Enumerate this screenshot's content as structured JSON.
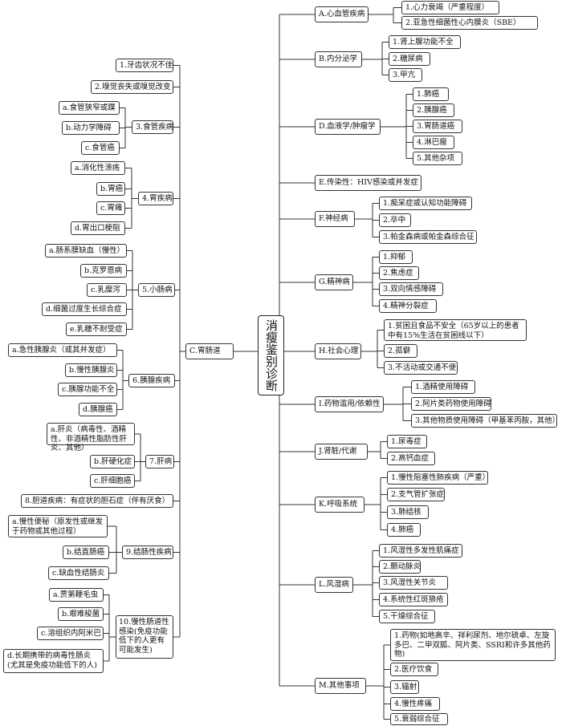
{
  "root": "消瘦鉴别诊断",
  "left": {
    "top_items": [
      "1.牙齿状况不佳",
      "2.嗅觉丧失或嗅觉改变"
    ],
    "C_label": "C.胃肠道",
    "groups": [
      {
        "label": "3.食管疾病",
        "children": [
          "a.食管狭窄或蹼",
          "b.动力学障碍",
          "c.食管癌"
        ]
      },
      {
        "label": "4.胃疾病",
        "children": [
          "a.消化性溃疡",
          "b.胃癌",
          "c.胃瘫",
          "d.胃出口梗阻"
        ]
      },
      {
        "label": "5.小肠病",
        "children": [
          "a.肠系膜缺血（慢性）",
          "b.克罗恩病",
          "c.乳糜泻",
          "d.细菌过度生长综合症",
          "e.乳糖不耐受症"
        ]
      },
      {
        "label": "6.胰腺疾病",
        "children": [
          "a.急性胰腺炎（或其并发症）",
          "b.慢性胰腺炎",
          "c.胰腺功能不全",
          "d.胰腺癌"
        ]
      },
      {
        "label": "7.肝病",
        "children": [
          "a.肝炎（病毒性、酒精性、非酒精性脂肪性肝炎、其他）",
          "b.肝硬化症",
          "c.肝细胞癌"
        ]
      },
      {
        "label": "8.胆道疾病：有症状的胆石症（伴有厌食）",
        "children": []
      },
      {
        "label": "9.结肠性疾病",
        "children": [
          "a.慢性便秘（原发性或继发于药物或其他过程）",
          "b.结直肠癌",
          "c.缺血性结肠炎"
        ]
      },
      {
        "label": "10.慢性肠道性感染(免疫功能低下的人更有可能发生)",
        "children": [
          "a.贾第鞭毛虫",
          "b.艰难梭菌",
          "c.溶组织内阿米巴",
          "d.长期携带的病毒性肠炎(尤其是免疫功能低下的人)"
        ]
      }
    ]
  },
  "right": [
    {
      "label": "A.心血管疾病",
      "children": [
        "1.心力衰竭（严重程度）",
        "2.亚急性细菌性心内膜炎（SBE）"
      ]
    },
    {
      "label": "B.内分泌学",
      "children": [
        "1.肾上腺功能不全",
        "2.糖尿病",
        "3.甲亢"
      ]
    },
    {
      "label": "D.血液学/肿瘤学",
      "children": [
        "1.肺癌",
        "2.胰腺癌",
        "3.胃肠道癌",
        "4.淋巴瘤",
        "5.其他杂项"
      ]
    },
    {
      "label": "E.传染性：HIV感染或并发症",
      "children": []
    },
    {
      "label": "F.神经病",
      "children": [
        "1.痴呆症或认知功能障碍",
        "2.卒中",
        "3.帕金森病或帕金森综合征"
      ]
    },
    {
      "label": "G.精神病",
      "children": [
        "1.抑郁",
        "2.焦虑症",
        "3.双向情感障碍",
        "4.精神分裂症"
      ]
    },
    {
      "label": "H.社会心理",
      "children": [
        "1.贫困且食品不安全（65岁以上的患者中有15%生活在贫困线以下）",
        "2.孤僻",
        "3.不活动或交通不便"
      ]
    },
    {
      "label": "I.药物滥用/依赖性",
      "children": [
        "1.酒精使用障碍",
        "2.阿片类药物使用障碍",
        "3.其他物质使用障碍（甲基苯丙胺，其他）"
      ]
    },
    {
      "label": "J.肾脏/代谢",
      "children": [
        "1.尿毒症",
        "2.高钙血症"
      ]
    },
    {
      "label": "K.呼吸系统",
      "children": [
        "1.慢性阻塞性肺疾病（严重）",
        "2.支气管扩张症",
        "3.肺结核",
        "4.肺癌"
      ]
    },
    {
      "label": "L.风湿病",
      "children": [
        "1.风湿性多发性肌痛症",
        "2.颞动脉炎",
        "3.风湿性关节炎",
        "4.系统性红斑狼疮",
        "5.干燥综合征"
      ]
    },
    {
      "label": "M.其他事项",
      "children": [
        "1.药物(如地高辛、祥利尿剂、地尔硫卓、左旋多巴、二甲双胍、阿片类、SSRI和许多其他药物)",
        "2.医疗饮食",
        "3.辐射",
        "4.慢性疼痛",
        "5.衰弱综合征"
      ]
    }
  ]
}
